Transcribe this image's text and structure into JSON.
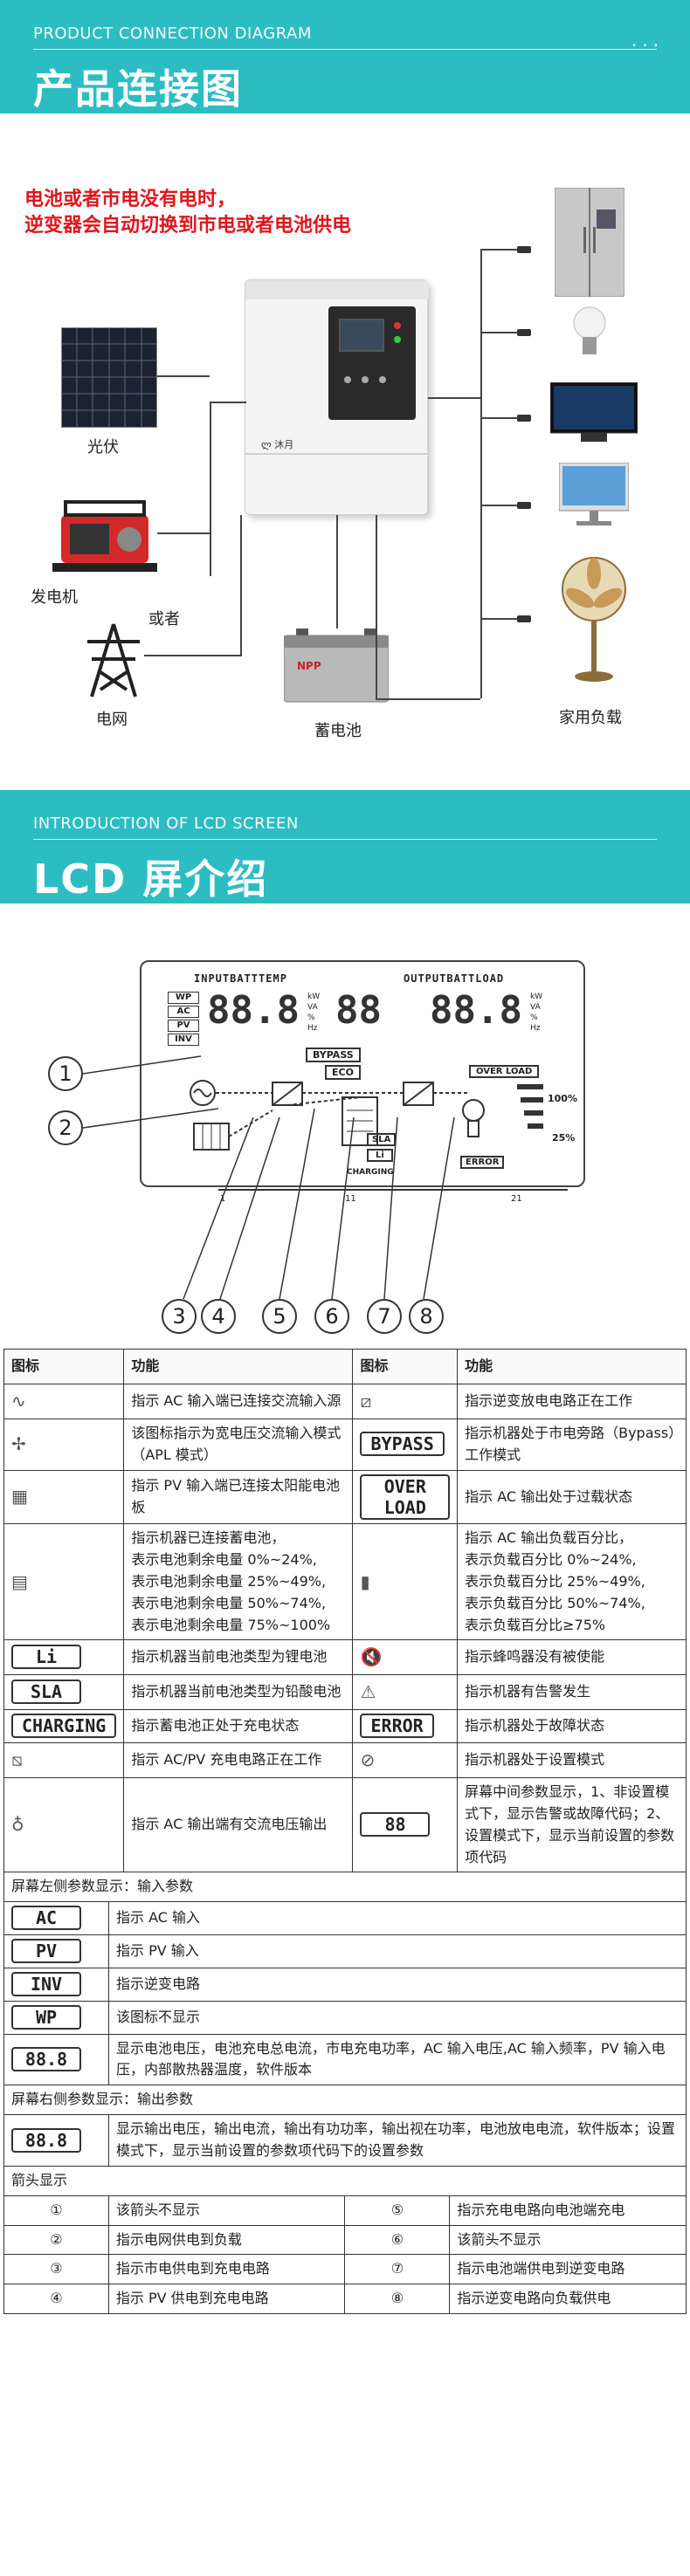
{
  "section1": {
    "en_title": "PRODUCT CONNECTION DIAGRAM",
    "zh_title": "产品连接图"
  },
  "diagram": {
    "note_line1": "电池或者市电没有电时，",
    "note_line2": "逆变器会自动切换到市电或者电池供电",
    "solar_label": "光伏",
    "generator_label": "发电机",
    "or_label": "或者",
    "grid_label": "电网",
    "battery_label": "蓄电池",
    "load_label": "家用负载",
    "inverter_brand": "ლ 沐月",
    "battery_brand": "NPP"
  },
  "section2": {
    "en_title": "INTRODUCTION OF LCD SCREEN",
    "zh_title": "LCD 屏介绍"
  },
  "lcd": {
    "input_header": "INPUTBATTTEMP",
    "output_header": "OUTPUTBATTLOAD",
    "bypass": "BYPASS",
    "eco": "ECO",
    "overload": "OVER LOAD",
    "sla": "SLA",
    "li": "Li",
    "charging": "CHARGING",
    "error": "ERROR",
    "pct100": "100%",
    "pct25": "25%",
    "tags": [
      "WP",
      "AC",
      "PV",
      "INV"
    ],
    "num_left": "88.8",
    "num_mid": "88",
    "num_right": "88.8",
    "units_left": [
      "kW",
      "VA",
      "%",
      "Hz"
    ],
    "units_right": [
      "kW",
      "VA",
      "%",
      "Hz"
    ],
    "callouts": [
      "1",
      "2",
      "3",
      "4",
      "5",
      "6",
      "7",
      "8"
    ],
    "tick_labels": [
      "1",
      "11",
      "21"
    ]
  },
  "table": {
    "headers": [
      "图标",
      "功能",
      "图标",
      "功能"
    ],
    "rows": [
      {
        "l_icon": "ac-source-icon",
        "l_text": "指示 AC 输入端已连接交流输入源",
        "r_icon": "inverter-icon",
        "r_text": "指示逆变放电电路正在工作"
      },
      {
        "l_icon": "fan-icon",
        "l_text": "该图标指示为宽电压交流输入模式（APL 模式）",
        "r_icon": "BYPASS",
        "r_text": "指示机器处于市电旁路（Bypass）工作模式"
      },
      {
        "l_icon": "solar-panel-icon",
        "l_text": "指示 PV 输入端已连接太阳能电池板",
        "r_icon": "OVER LOAD",
        "r_text": "指示 AC 输出处于过载状态"
      },
      {
        "l_icon": "battery-icon",
        "l_lines": [
          "指示机器已连接蓄电池，",
          "表示电池剩余电量 0%~24%,",
          "表示电池剩余电量 25%~49%,",
          "表示电池剩余电量 50%~74%,",
          "表示电池剩余电量 75%~100%"
        ],
        "r_icon": "load-bar-icon",
        "r_lines": [
          "指示 AC 输出负载百分比，",
          "表示负载百分比 0%~24%,",
          "表示负载百分比 25%~49%,",
          "表示负载百分比 50%~74%,",
          "表示负载百分比≥75%"
        ]
      },
      {
        "l_icon": "Li",
        "l_text": "指示机器当前电池类型为锂电池",
        "r_icon": "mute-icon",
        "r_text": "指示蜂鸣器没有被使能"
      },
      {
        "l_icon": "SLA",
        "l_text": "指示机器当前电池类型为铅酸电池",
        "r_icon": "warning-icon",
        "r_text": "指示机器有告警发生"
      },
      {
        "l_icon": "CHARGING",
        "l_text": "指示蓄电池正处于充电状态",
        "r_icon": "ERROR",
        "r_text": "指示机器处于故障状态"
      },
      {
        "l_icon": "charger-icon",
        "l_text": "指示 AC/PV 充电电路正在工作",
        "r_icon": "setting-icon",
        "r_text": "指示机器处于设置模式"
      },
      {
        "l_icon": "bulb-icon",
        "l_text": "指示 AC 输出端有交流电压输出",
        "r_icon": "88",
        "r_text": "屏幕中间参数显示，1、非设置模式下，显示告警或故障代码；2、设置模式下，显示当前设置的参数项代码"
      }
    ],
    "left_params_title": "屏幕左侧参数显示：输入参数",
    "left_params": [
      {
        "icon": "AC",
        "text": "指示 AC 输入"
      },
      {
        "icon": "PV",
        "text": "指示 PV 输入"
      },
      {
        "icon": "INV",
        "text": "指示逆变电路"
      },
      {
        "icon": "WP",
        "text": "该图标不显示"
      },
      {
        "icon": "88.8",
        "text": "显示电池电压，电池充电总电流，市电充电功率，AC 输入电压,AC 输入频率，PV 输入电压，内部散热器温度，软件版本"
      }
    ],
    "right_params_title": "屏幕右侧参数显示：输出参数",
    "right_params_row": {
      "icon": "88.8",
      "text": "显示输出电压，输出电流，输出有功功率，输出视在功率，电池放电电流，软件版本；设置模式下，显示当前设置的参数项代码下的设置参数"
    },
    "arrow_title": "箭头显示",
    "arrows": [
      {
        "ln": "①",
        "lt": "该箭头不显示",
        "rn": "⑤",
        "rt": "指示充电电路向电池端充电"
      },
      {
        "ln": "②",
        "lt": "指示电网供电到负载",
        "rn": "⑥",
        "rt": "该箭头不显示"
      },
      {
        "ln": "③",
        "lt": "指示市电供电到充电电路",
        "rn": "⑦",
        "rt": "指示电池端供电到逆变电路"
      },
      {
        "ln": "④",
        "lt": "指示 PV 供电到充电电路",
        "rn": "⑧",
        "rt": "指示逆变电路向负载供电"
      }
    ]
  }
}
